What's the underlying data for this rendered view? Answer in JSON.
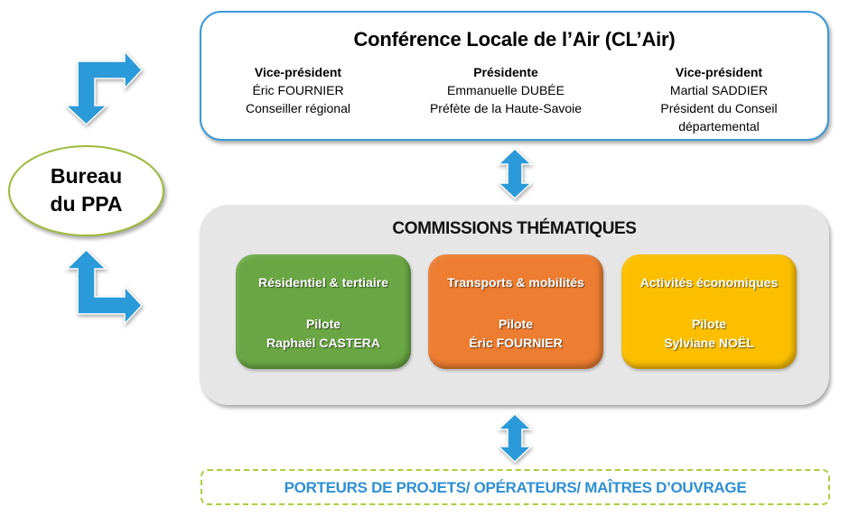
{
  "conference": {
    "title": "Conférence Locale de l’Air (CL’Air)",
    "members": [
      {
        "role": "Vice-président",
        "name": "Éric FOURNIER",
        "function": "Conseiller régional"
      },
      {
        "role": "Présidente",
        "name": "Emmanuelle DUBÉE",
        "function": "Préfète de la Haute-Savoie"
      },
      {
        "role": "Vice-président",
        "name": "Martial SADDIER",
        "function": "Président du Conseil départemental"
      }
    ]
  },
  "bureau": {
    "line1": "Bureau",
    "line2": "du PPA",
    "border_color": "#9bbb3a"
  },
  "commissions": {
    "title": "COMMISSIONS THÉMATIQUES",
    "items": [
      {
        "name": "Résidentiel & tertiaire",
        "pilot_label": "Pilote",
        "pilot": "Raphaël CASTERA",
        "color": "#6aa744"
      },
      {
        "name": "Transports & mobilités",
        "pilot_label": "Pilote",
        "pilot": "Éric FOURNIER",
        "color": "#ec7d31"
      },
      {
        "name": "Activités économiques",
        "pilot_label": "Pilote",
        "pilot": "Sylviane NOËL",
        "color": "#fbbf00"
      }
    ]
  },
  "porteurs": {
    "label": "PORTEURS DE PROJETS/ OPÉRATEURS/ MAÎTRES D’OUVRAGE",
    "text_color": "#2e8fd4"
  },
  "arrows": {
    "color": "#2b9ad9",
    "items": [
      {
        "icon": "bent-arrow-down-right-icon",
        "links": [
          "Bureau du PPA",
          "Conférence Locale de l’Air"
        ]
      },
      {
        "icon": "bent-arrow-up-right-icon",
        "links": [
          "Bureau du PPA",
          "Commissions thématiques"
        ]
      },
      {
        "icon": "double-arrow-vertical-icon",
        "links": [
          "Conférence Locale de l’Air",
          "Commissions thématiques"
        ]
      },
      {
        "icon": "double-arrow-vertical-icon",
        "links": [
          "Commissions thématiques",
          "Porteurs de projets"
        ]
      }
    ]
  }
}
